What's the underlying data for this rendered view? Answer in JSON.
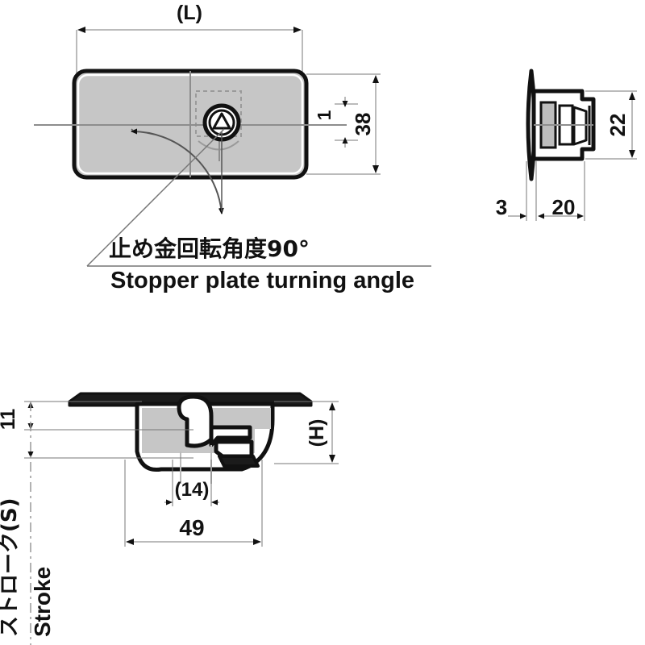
{
  "drawing": {
    "title": "Stopper plate turning angle assembly drawing",
    "background_color": "#ffffff",
    "line_color": "#111111",
    "thin_line_color": "#777777",
    "fill_gray": "#c6c6c6",
    "fill_light_gray": "#d9d9d9"
  },
  "views": {
    "top": {
      "name": "top-view",
      "dimensions": {
        "length_label": "(L)",
        "height_label": "38",
        "offset_label": "1"
      },
      "annotation": {
        "japanese": "止め金回転角度90°",
        "english": "Stopper plate turning angle",
        "angle_value": "90"
      }
    },
    "side": {
      "name": "side-view",
      "dimensions": {
        "flange_thickness": "3",
        "body_depth": "20",
        "body_height": "22"
      }
    },
    "section": {
      "name": "section-view",
      "dimensions": {
        "top_offset": "11",
        "inner_width": "(14)",
        "outer_width": "49",
        "height_label": "(H)",
        "stroke_japanese": "ストローク(S)",
        "stroke_english": "Stroke"
      }
    }
  }
}
